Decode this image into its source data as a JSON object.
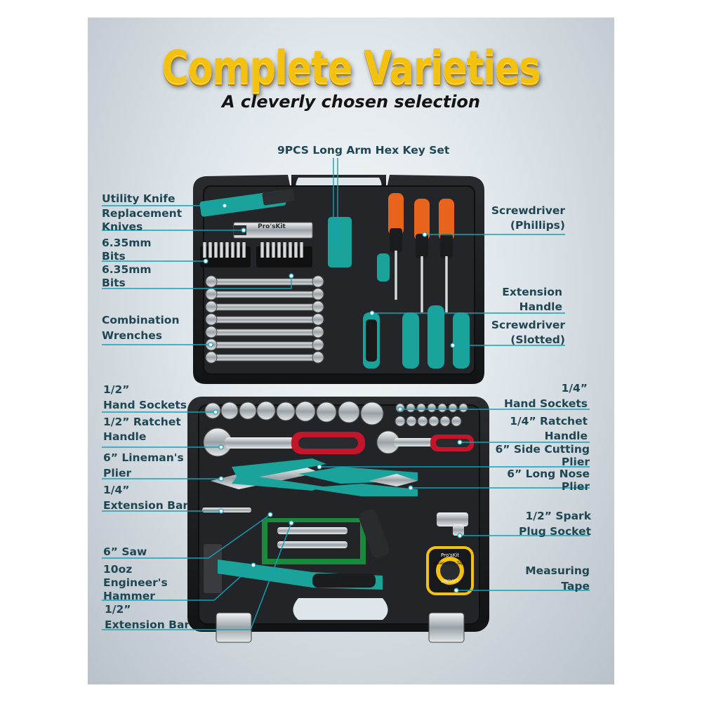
{
  "poster": {
    "title": "Complete Varieties",
    "subtitle": "A cleverly chosen selection"
  },
  "labels": {
    "hex_key_set": "9PCS Long Arm Hex Key Set",
    "utility_knife": "Utility Knife",
    "replacement_knives": "Replacement\nKnives",
    "bits_a": "6.35mm\nBits",
    "bits_b": "6.35mm\nBits",
    "combination_wrenches": "Combination\nWrenches",
    "screwdriver_phillips": "Screwdriver\n(Phillips)",
    "extension_handle": "Extension\nHandle",
    "screwdriver_slotted": "Screwdriver\n(Slotted)",
    "hand_sockets_half": "1/2”\nHand Sockets",
    "ratchet_half": "1/2”  Ratchet\nHandle",
    "linemans_plier": "6”  Lineman's\nPlier",
    "extension_bar_quarter": "1/4”\nExtension Bar",
    "saw": "6”  Saw",
    "hammer": "10oz\nEngineer's\nHammer",
    "extension_bar_half": "1/2”\nExtension Bar",
    "hand_sockets_quarter": "1/4”\nHand Sockets",
    "ratchet_quarter": "1/4”  Ratchet\nHandle",
    "side_cutting_plier": "6”  Side Cutting\nPlier",
    "long_nose_plier": "6”  Long Nose\nPlier",
    "spark_plug_socket": "1/2”  Spark\nPlug Socket",
    "measuring_tape": "Measuring\nTape"
  },
  "product_marks": {
    "brand": "Pro'sKit",
    "tape_text": "Measuring Tape",
    "tape_model": "5M/16FT"
  },
  "colors": {
    "accent_teal": "#1aa39a",
    "case_black": "#1b1c1e",
    "label_text": "#1f4652",
    "title_gold": "#f4c10f",
    "orange_handle": "#e8631c",
    "red_grip": "#c4162a"
  }
}
